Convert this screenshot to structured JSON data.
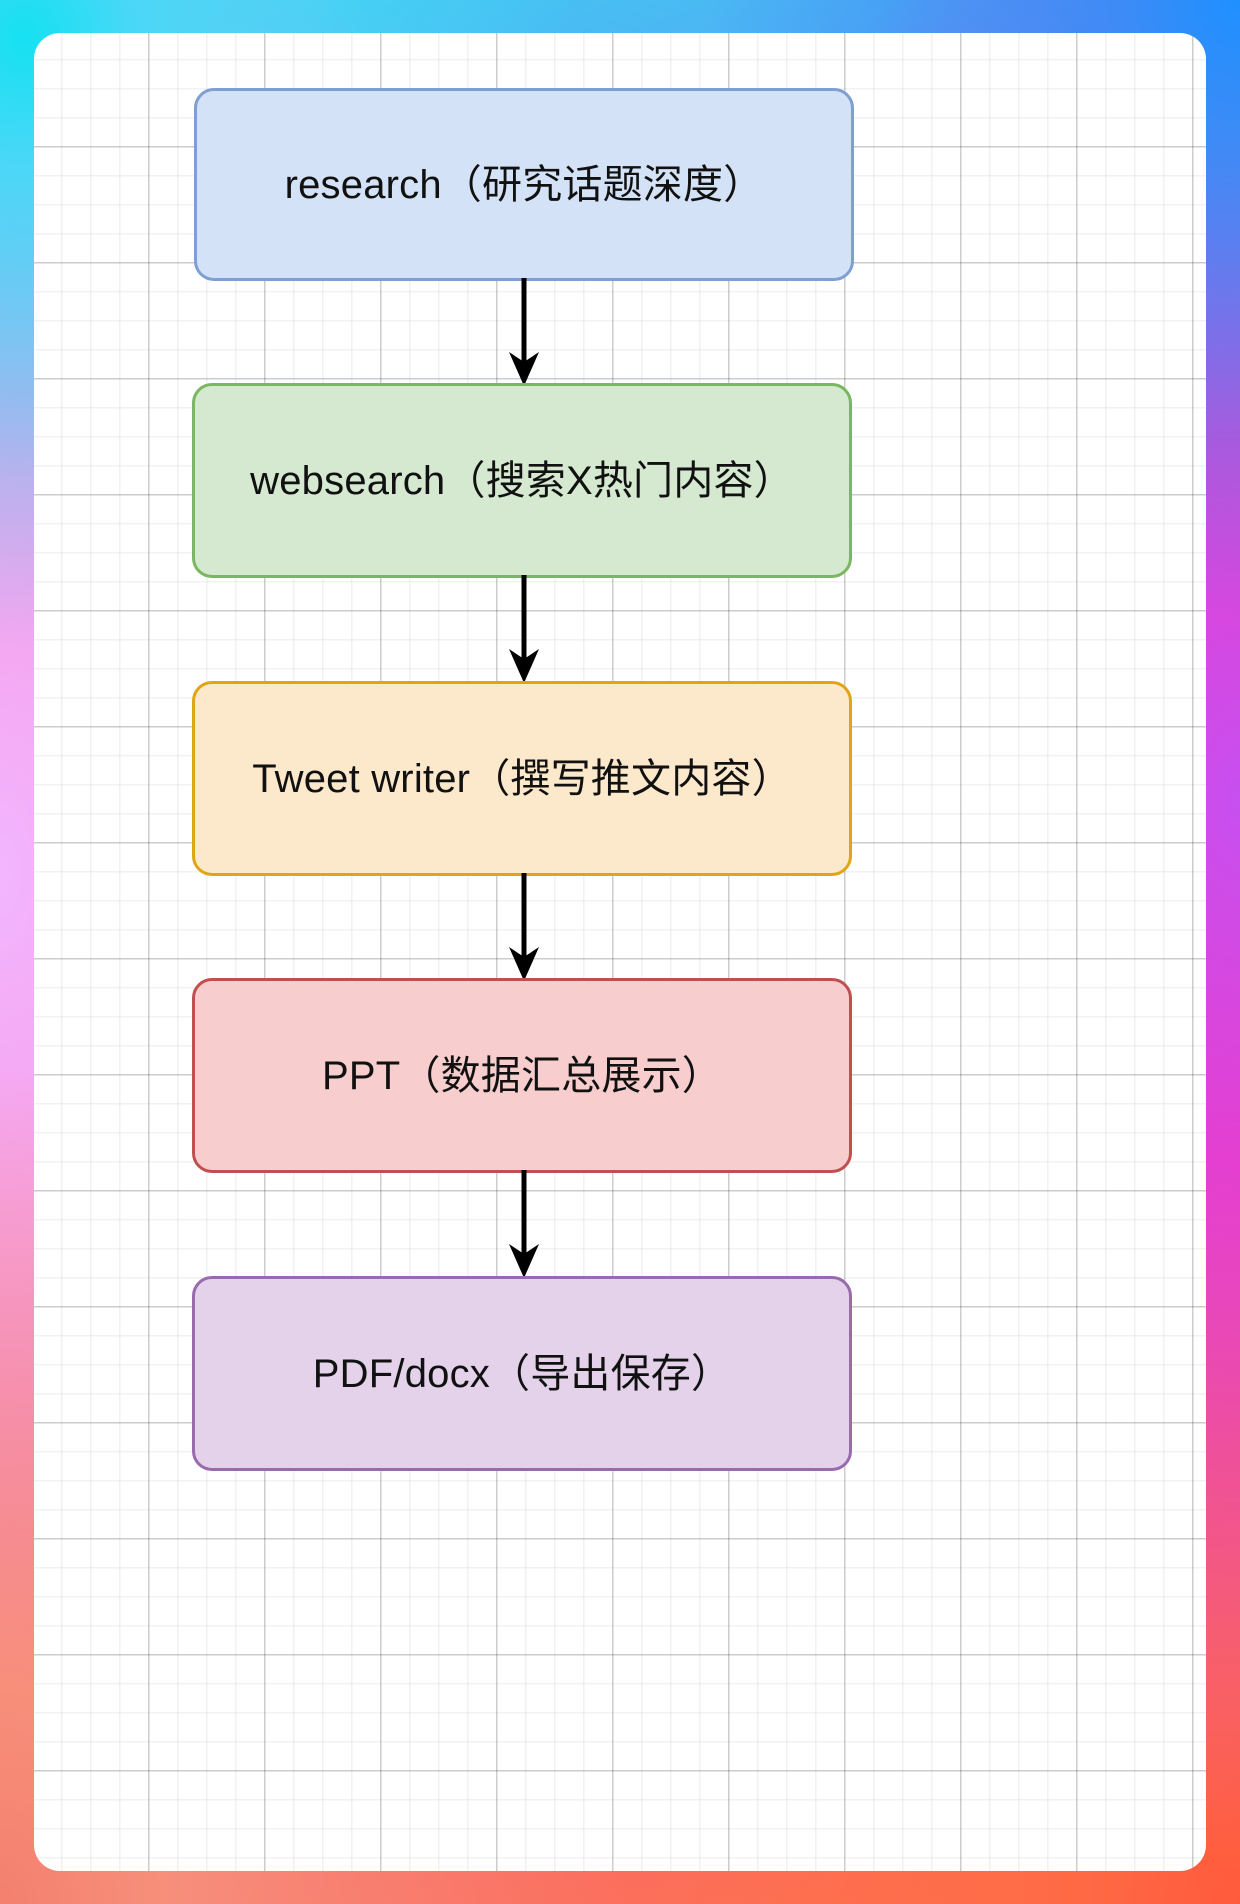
{
  "diagram": {
    "title": "content-production-workflow",
    "type": "vertical-flowchart",
    "canvas": {
      "background": "#ffffff",
      "grid": true,
      "frame_gradient": [
        "#3ad7f0",
        "#1e90ff",
        "#a96ef2",
        "#ee55c6",
        "#f8636a",
        "#ff7a4d",
        "#f2b6ff"
      ]
    },
    "nodes": [
      {
        "id": "research",
        "label": "research（研究话题深度）",
        "fill": "#d4e2f7",
        "border": "#7d9fd1",
        "text_color": "#111111"
      },
      {
        "id": "websearch",
        "label": "websearch（搜索X热门内容）",
        "fill": "#d5e8d0",
        "border": "#7bb661",
        "text_color": "#111111"
      },
      {
        "id": "tweet-writer",
        "label": "Tweet writer（撰写推文内容）",
        "fill": "#fce8cb",
        "border": "#e0a517",
        "text_color": "#111111"
      },
      {
        "id": "ppt",
        "label": "PPT（数据汇总展示）",
        "fill": "#f7cdcd",
        "border": "#c05050",
        "text_color": "#111111"
      },
      {
        "id": "pdf-docx",
        "label": "PDF/docx（导出保存）",
        "fill": "#e3d2ea",
        "border": "#9a6aae",
        "text_color": "#111111"
      }
    ],
    "edges": [
      {
        "id": "edge-research-websearch",
        "from": "research",
        "to": "websearch",
        "label": "",
        "color": "#000000"
      },
      {
        "id": "edge-websearch-tweet",
        "from": "websearch",
        "to": "tweet-writer",
        "label": "",
        "color": "#000000"
      },
      {
        "id": "edge-tweet-ppt",
        "from": "tweet-writer",
        "to": "ppt",
        "label": "",
        "color": "#000000"
      },
      {
        "id": "edge-ppt-pdf",
        "from": "ppt",
        "to": "pdf-docx",
        "label": "",
        "color": "#000000"
      }
    ]
  }
}
